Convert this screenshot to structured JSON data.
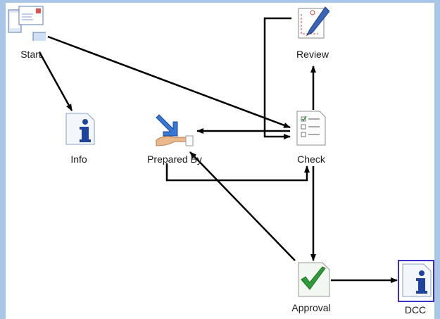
{
  "diagram": {
    "nodes": [
      {
        "id": "start",
        "label": "Start",
        "icon": "envelope-icon"
      },
      {
        "id": "info",
        "label": "Info",
        "icon": "info-icon"
      },
      {
        "id": "prepared",
        "label": "Prepared By",
        "icon": "hand-arrow-icon"
      },
      {
        "id": "review",
        "label": "Review",
        "icon": "pen-document-icon"
      },
      {
        "id": "check",
        "label": "Check",
        "icon": "checklist-icon"
      },
      {
        "id": "approval",
        "label": "Approval",
        "icon": "checkmark-icon"
      },
      {
        "id": "dcc",
        "label": "DCC",
        "icon": "info-icon",
        "selected": true
      }
    ],
    "edges": [
      {
        "from": "start",
        "to": "info"
      },
      {
        "from": "start",
        "to": "check"
      },
      {
        "from": "check",
        "to": "prepared"
      },
      {
        "from": "check",
        "to": "review"
      },
      {
        "from": "review",
        "to": "check"
      },
      {
        "from": "prepared",
        "to": "check"
      },
      {
        "from": "check",
        "to": "approval"
      },
      {
        "from": "approval",
        "to": "prepared"
      },
      {
        "from": "approval",
        "to": "dcc"
      }
    ],
    "colors": {
      "selection": "#3b2fc9",
      "edge": "#000000",
      "background": "#ffffff",
      "border": "#a9c6e6"
    }
  }
}
